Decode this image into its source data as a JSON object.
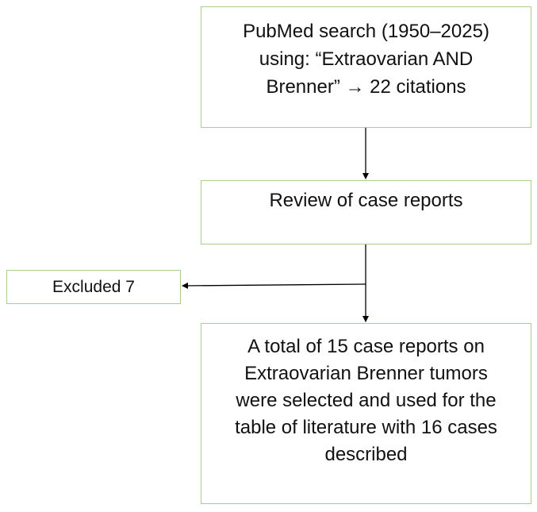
{
  "flowchart": {
    "search_box": {
      "lines": [
        "PubMed search (1950–2025)",
        "using: “Extraovarian AND",
        "Brenner” → 22 citations"
      ]
    },
    "review_box": {
      "text": "Review of case reports"
    },
    "excluded_box": {
      "text": "Excluded 7"
    },
    "result_box": {
      "lines": [
        "A total of 15 case reports on",
        "Extraovarian Brenner tumors",
        "were selected and used for the",
        "table of literature with 16 cases",
        "described"
      ]
    }
  },
  "colors": {
    "box_border": "#a9d18e",
    "arrow": "#000000",
    "text": "#111111"
  }
}
